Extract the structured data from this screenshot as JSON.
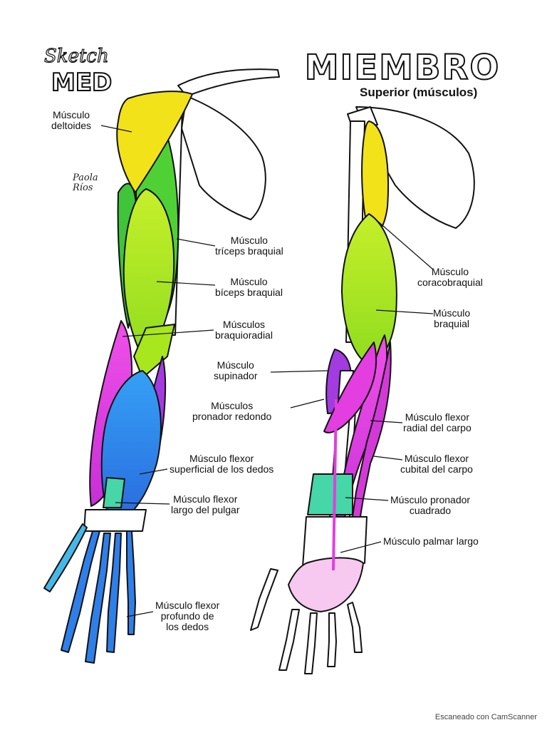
{
  "header": {
    "title": "MIEMBRO",
    "subtitle": "Superior (músculos)",
    "logo_top": "Sketch",
    "logo_bottom": "MED",
    "signature_line1": "Paola",
    "signature_line2": "Ríos"
  },
  "left_arm_labels": [
    {
      "id": "deltoides",
      "lines": [
        "Músculo",
        "deltoides"
      ]
    },
    {
      "id": "triceps",
      "lines": [
        "Músculo",
        "tríceps braquial"
      ]
    },
    {
      "id": "biceps",
      "lines": [
        "Músculo",
        "bíceps braquial"
      ]
    },
    {
      "id": "braquioradial",
      "lines": [
        "Músculos",
        "braquioradial"
      ]
    },
    {
      "id": "supinador",
      "lines": [
        "Músculo",
        "supinador"
      ]
    },
    {
      "id": "pronador-redondo",
      "lines": [
        "Músculos",
        "pronador redondo"
      ]
    },
    {
      "id": "flexor-superficial",
      "lines": [
        "Músculo flexor",
        "superficial de los dedos"
      ]
    },
    {
      "id": "flexor-largo-pulgar",
      "lines": [
        "Músculo flexor",
        "largo del pulgar"
      ]
    },
    {
      "id": "flexor-profundo",
      "lines": [
        "Músculo flexor",
        "profundo de",
        "los dedos"
      ]
    }
  ],
  "right_arm_labels": [
    {
      "id": "coracobraquial",
      "lines": [
        "Músculo",
        "coracobraquial"
      ]
    },
    {
      "id": "braquial",
      "lines": [
        "Músculo",
        "braquial"
      ]
    },
    {
      "id": "flexor-radial-carpo",
      "lines": [
        "Músculo flexor",
        "radial del carpo"
      ]
    },
    {
      "id": "flexor-cubital-carpo",
      "lines": [
        "Músculo flexor",
        "cubital del carpo"
      ]
    },
    {
      "id": "pronador-cuadrado",
      "lines": [
        "Músculo pronador",
        "cuadrado"
      ]
    },
    {
      "id": "palmar-largo",
      "lines": [
        "Músculo palmar largo"
      ]
    }
  ],
  "footer": {
    "scanner_text": "Escaneado con CamScanner"
  },
  "colors": {
    "yellow": "#f2e21a",
    "lime": "#a8e61d",
    "green": "#4fd135",
    "blue": "#2f8ef0",
    "magenta": "#e23ee0",
    "purple": "#a23be0",
    "teal": "#46d6a8",
    "bone": "#ffffff",
    "outline": "#111111"
  }
}
